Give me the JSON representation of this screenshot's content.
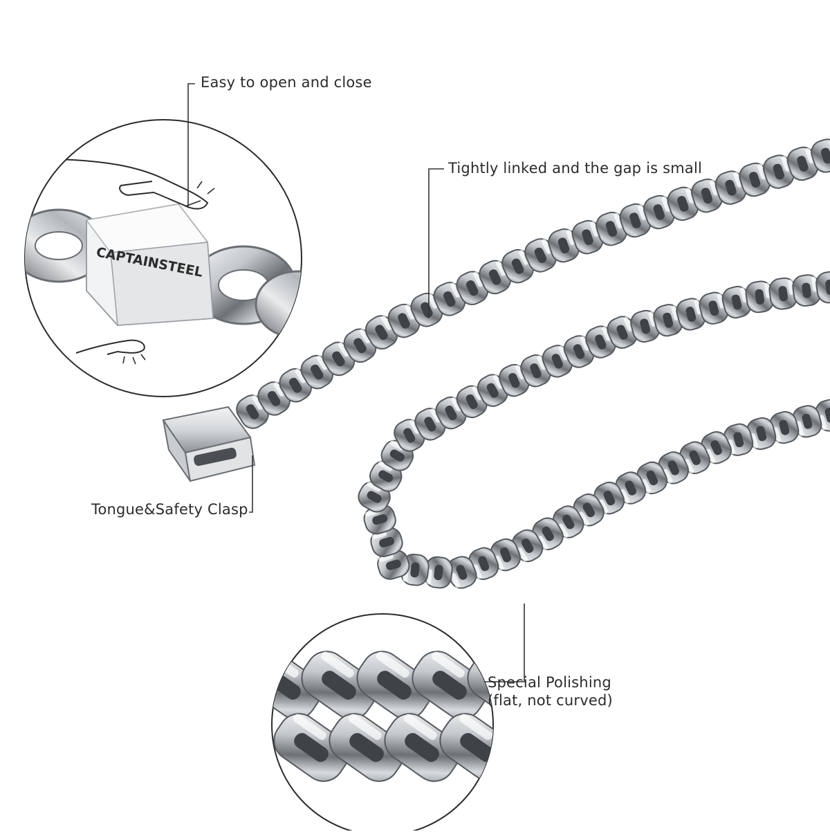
{
  "callouts": {
    "clasp_open": "Easy to open and close",
    "tight_links": "Tightly linked and the gap is small",
    "clasp_type": "Tongue&Safety Clasp",
    "polish_line1": "Special Polishing",
    "polish_line2": "(flat, not curved)"
  },
  "brand": {
    "engraving": "CAPTAINSTEEL"
  },
  "colors": {
    "background": "#ffffff",
    "steel_dark": "#5f6368",
    "steel_mid": "#a9adb2",
    "steel_light": "#eef0f2",
    "line": "#333333"
  },
  "icons": [
    "hand-icon",
    "finger-press-icon",
    "chain-link-icon",
    "clasp-icon"
  ]
}
